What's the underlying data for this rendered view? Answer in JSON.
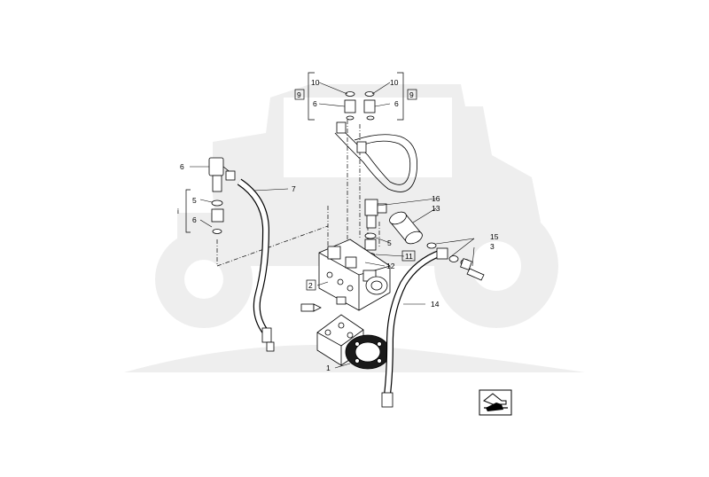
{
  "labels": {
    "l1": "1",
    "l2": "2",
    "l3": "3",
    "l5a": "5",
    "l5b": "5",
    "l6a": "6",
    "l6b": "6",
    "l6c": "6",
    "l6d": "6",
    "l7": "7",
    "l9a": "9",
    "l9b": "9",
    "l10a": "10",
    "l10b": "10",
    "l11": "11",
    "l12": "12",
    "l13": "13",
    "l14": "14",
    "l15": "15",
    "l16": "16",
    "lI": "i"
  },
  "icons": {
    "nav": "previous-section-arrow-icon",
    "watermark": "tractor-silhouette"
  },
  "colors": {
    "watermark": "#eeeeee",
    "line": "#000000",
    "part_fill": "#ffffff",
    "dark_part": "#1a1a1a"
  }
}
